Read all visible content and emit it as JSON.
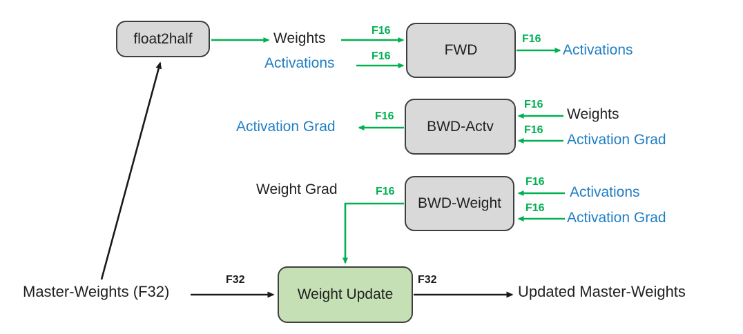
{
  "boxes": {
    "float2half": "float2half",
    "fwd": "FWD",
    "bwd_actv": "BWD-Actv",
    "bwd_weight": "BWD-Weight",
    "weight_update": "Weight Update"
  },
  "labels": {
    "weights_top": "Weights",
    "activations_top": "Activations",
    "activations_fwd_out": "Activations",
    "activation_grad_bwd_actv_out": "Activation Grad",
    "weights_bwd_actv_in": "Weights",
    "activation_grad_bwd_actv_in": "Activation Grad",
    "weight_grad": "Weight Grad",
    "activations_bwd_weight_in": "Activations",
    "activation_grad_bwd_weight_in": "Activation Grad",
    "master_weights": "Master-Weights (F32)",
    "updated_master_weights": "Updated Master-Weights"
  },
  "tags": {
    "f16": "F16",
    "f32": "F32"
  },
  "colors": {
    "arrow_green": "#00B050",
    "label_blue": "#1F7EC4",
    "label_black": "#1A1A1A",
    "gray_box_fill": "#D9D9D9",
    "green_box_fill": "#C5E0B4",
    "box_border": "#3F3F3F"
  }
}
